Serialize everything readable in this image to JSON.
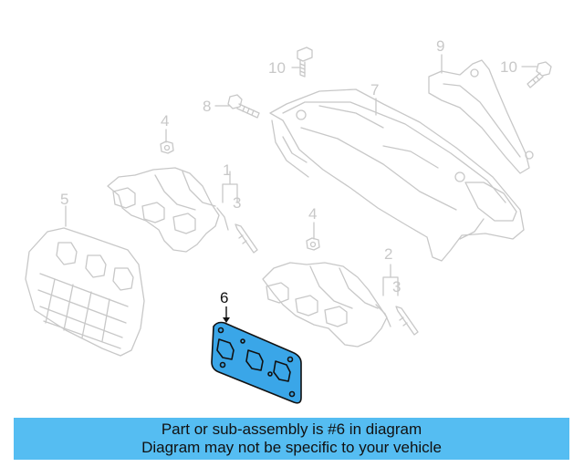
{
  "callouts": {
    "c1": "1",
    "c2": "2",
    "c3a": "3",
    "c3b": "3",
    "c4a": "4",
    "c4b": "4",
    "c5": "5",
    "c6": "6",
    "c7": "7",
    "c8": "8",
    "c9": "9",
    "c10a": "10",
    "c10b": "10"
  },
  "highlighted_part": "6",
  "colors": {
    "highlight_fill": "#3aa6e8",
    "banner_bg": "#55bdf2",
    "line_gray": "#c8c8c8"
  },
  "banner": {
    "line1": "Part or sub-assembly is #6 in diagram",
    "line2": "Diagram may not be specific to your vehicle"
  }
}
